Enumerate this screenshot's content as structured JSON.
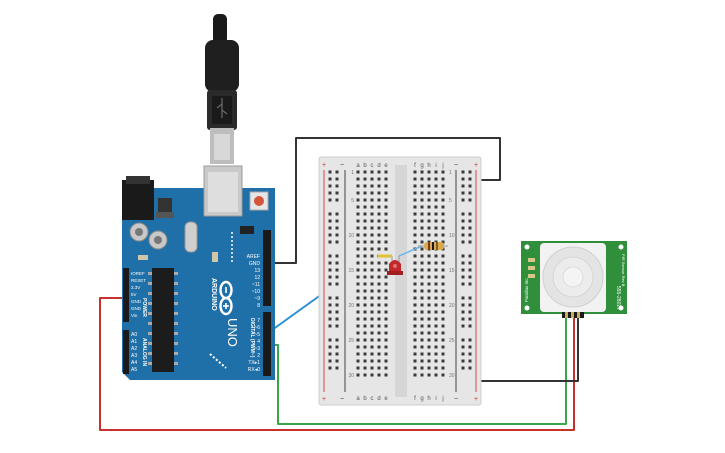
{
  "arduino": {
    "brand": "ARDUINO",
    "model": "UNO",
    "power_header_labels": [
      "IOREF",
      "RESET",
      "3.3V",
      "5V",
      "GND",
      "GND",
      "Vin"
    ],
    "power_label": "POWER",
    "analog_pin_labels": [
      "A0",
      "A1",
      "A2",
      "A3",
      "A4",
      "A5"
    ],
    "analog_label": "ANALOG IN",
    "digital_top_labels": [
      "AREF",
      "GND",
      "13",
      "12",
      "~11",
      "~10",
      "~9",
      "8"
    ],
    "digital_bottom_labels": [
      "7",
      "~6",
      "~5",
      "4",
      "~3",
      "2",
      "TX▸1",
      "RX◂0"
    ],
    "digital_label": "DIGITAL (PWM~)",
    "board_color": "#1f6fa8"
  },
  "breadboard": {
    "col_letters_left": [
      "a",
      "b",
      "c",
      "d",
      "e"
    ],
    "col_letters_right": [
      "f",
      "g",
      "h",
      "i",
      "j"
    ],
    "row_numbers": [
      "1",
      "5",
      "10",
      "15",
      "20",
      "25",
      "30"
    ],
    "rail_plus": "+",
    "rail_minus": "−"
  },
  "pir_sensor": {
    "board_color": "#2f8f3a",
    "label_right": "555-28027",
    "label_left": "Parallax Inc.",
    "label_top": "PIR Sensor Rev B"
  },
  "wire_colors": {
    "usb": "#1a1a1a",
    "ground": "#333333",
    "signal_blue": "#2a8fd6",
    "power_red": "#c8302c",
    "signal_green": "#3aa64a",
    "led": "#c0282a",
    "resistor": "#d9a85c"
  }
}
